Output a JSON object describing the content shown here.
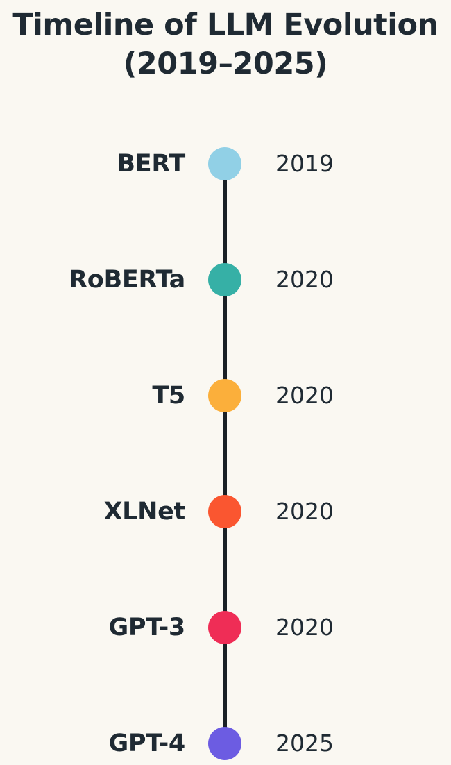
{
  "background_color": "#faf8f2",
  "text_color": "#1f2a33",
  "axis_color": "#1a2026",
  "title": {
    "line1": "Timeline of LLM Evolution",
    "line2": "(2019–2025)",
    "full": "Timeline of LLM Evolution (2019–2025)"
  },
  "chart_data": {
    "type": "timeline",
    "title": "Timeline of LLM Evolution (2019–2025)",
    "xlabel": "",
    "ylabel": "",
    "orientation": "vertical",
    "grid": false,
    "legend": "none",
    "axis_range": [
      "2019",
      "2025"
    ],
    "categories": [
      "BERT",
      "RoBERTa",
      "T5",
      "XLNet",
      "GPT-3",
      "GPT-4"
    ],
    "values": [
      2019,
      2020,
      2020,
      2020,
      2020,
      2025
    ],
    "events": [
      {
        "label": "BERT",
        "year": "2019",
        "value": 2019,
        "color": "#91d0e6"
      },
      {
        "label": "RoBERTa",
        "year": "2020",
        "value": 2020,
        "color": "#36b0a6"
      },
      {
        "label": "T5",
        "year": "2020",
        "value": 2020,
        "color": "#fbaf3b"
      },
      {
        "label": "XLNet",
        "year": "2020",
        "value": 2020,
        "color": "#fa5630"
      },
      {
        "label": "GPT-3",
        "year": "2020",
        "value": 2020,
        "color": "#ef2d56"
      },
      {
        "label": "GPT-4",
        "year": "2025",
        "value": 2025,
        "color": "#6c5ce2"
      }
    ]
  }
}
